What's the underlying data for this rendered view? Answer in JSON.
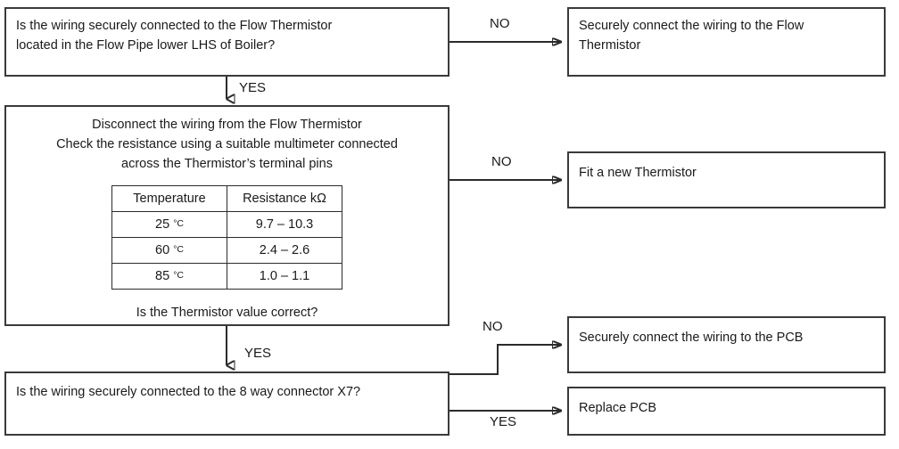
{
  "diagram": {
    "title": "Flow Thermistor fault-finding flowchart",
    "line_color": "#2b2b2b",
    "box_border_color": "#3a3a3a",
    "background": "#ffffff"
  },
  "nodes": {
    "q1": {
      "line1": "Is the wiring securely connected to the Flow Thermistor",
      "line2": "located in the Flow Pipe  lower LHS of Boiler?"
    },
    "a1": {
      "line1": "Securely connect the wiring to the Flow",
      "line2": "Thermistor"
    },
    "q2": {
      "line1": "Disconnect the wiring from the Flow Thermistor",
      "line2": "Check the resistance using a suitable multimeter connected",
      "line3": "across the Thermistor’s terminal pins",
      "tail_question": "Is the Thermistor value correct?"
    },
    "a2": {
      "text": "Fit a new Thermistor"
    },
    "a3": {
      "text": "Securely connect the wiring to the PCB"
    },
    "a4": {
      "text": "Replace PCB"
    },
    "q3": {
      "text": "Is the wiring securely connected to the 8 way connector X7?"
    }
  },
  "table": {
    "headers": [
      "Temperature",
      "Resistance kΩ"
    ],
    "rows": [
      {
        "temperature_value": "25",
        "temperature_unit": "°C",
        "resistance": "9.7 – 10.3"
      },
      {
        "temperature_value": "60",
        "temperature_unit": "°C",
        "resistance": "2.4 – 2.6"
      },
      {
        "temperature_value": "85",
        "temperature_unit": "°C",
        "resistance": "1.0 – 1.1"
      }
    ]
  },
  "edges": {
    "no1": "NO",
    "yes1": "YES",
    "no2": "NO",
    "yes2": "YES",
    "no3": "NO",
    "yes3": "YES"
  }
}
